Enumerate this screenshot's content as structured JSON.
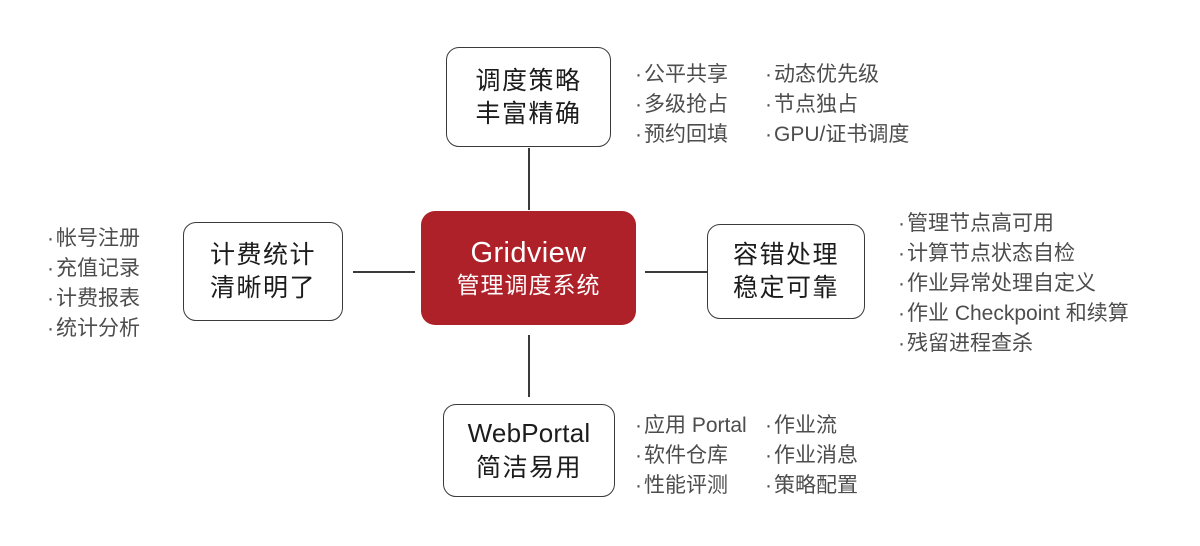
{
  "diagram": {
    "title_node": {
      "name": "gridview-center",
      "line1": "Gridview",
      "line2": "管理调度系统",
      "color": "#af2129",
      "text_color": "#ffffff"
    },
    "nodes": {
      "top": {
        "line1": "调度策略",
        "line2": "丰富精确"
      },
      "left": {
        "line1": "计费统计",
        "line2": "清晰明了"
      },
      "right": {
        "line1": "容错处理",
        "line2": "稳定可靠"
      },
      "bottom": {
        "line1": "WebPortal",
        "line2": "简洁易用"
      }
    },
    "bullet_marker": "·",
    "lists": {
      "top_col1": [
        "公平共享",
        "多级抢占",
        "预约回填"
      ],
      "top_col2": [
        "动态优先级",
        "节点独占",
        "GPU/证书调度"
      ],
      "left_col1": [
        "帐号注册",
        "充值记录",
        "计费报表",
        "统计分析"
      ],
      "right_col1": [
        "管理节点高可用",
        "计算节点状态自检",
        "作业异常处理自定义",
        "作业 Checkpoint 和续算",
        "残留进程查杀"
      ],
      "bottom_col1": [
        "应用 Portal",
        "软件仓库",
        "性能评测"
      ],
      "bottom_col2": [
        "作业流",
        "作业消息",
        "策略配置"
      ]
    },
    "colors": {
      "accent": "#af2129",
      "border": "#3a3a3a",
      "text": "#1c1c1c",
      "bullet_text": "#4d4d4d",
      "background": "#ffffff"
    }
  }
}
